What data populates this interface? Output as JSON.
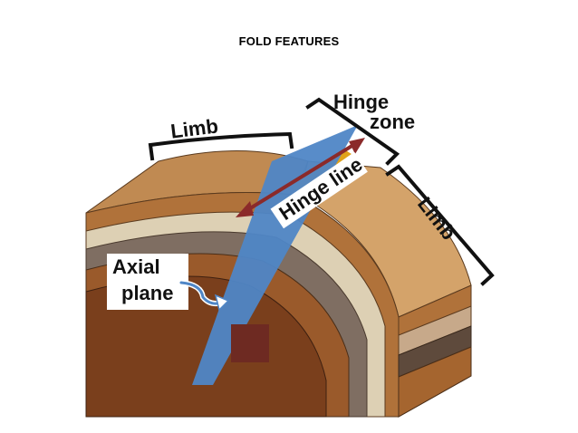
{
  "slide": {
    "title": "FOLD FEATURES"
  },
  "diagram": {
    "labels": {
      "limb_left": "Limb",
      "limb_right": "Limb",
      "hinge_zone_line1": "Hinge",
      "hinge_zone_line2": "zone",
      "hinge_line": "Hinge line",
      "axial_plane_line1": "Axial",
      "axial_plane_line2": "plane"
    },
    "colors": {
      "axial_plane": "#4f86c6",
      "hinge_line_arrow": "#8b2a2a",
      "hinge_zone_strip": "#e0a21a",
      "core": "#7a3f1c",
      "layer_brown": "#9a5a2b",
      "layer_gray": "#7f6e62",
      "layer_cream": "#d9ccb0",
      "top_surface": "#d4a36a",
      "marker_box": "#6e2a22"
    },
    "icons": [
      "curved-arrow-icon",
      "double-headed-arrow-icon"
    ]
  }
}
